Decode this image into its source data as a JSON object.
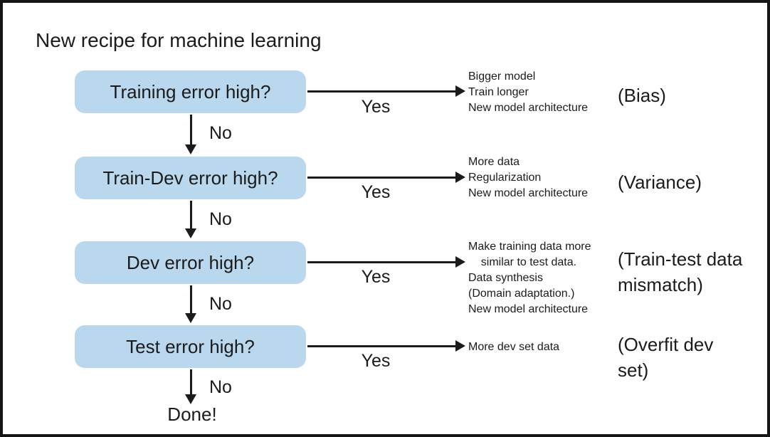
{
  "title": "New recipe for machine learning",
  "diagram": {
    "rows": [
      {
        "question": "Training error high?",
        "yes_label": "Yes",
        "no_label": "No",
        "actions": [
          "Bigger model",
          "Train longer",
          "New model architecture"
        ],
        "category": "(Bias)"
      },
      {
        "question": "Train-Dev error high?",
        "yes_label": "Yes",
        "no_label": "No",
        "actions": [
          "More data",
          "Regularization",
          "New model architecture"
        ],
        "category": "(Variance)"
      },
      {
        "question": "Dev error high?",
        "yes_label": "Yes",
        "no_label": "No",
        "actions": [
          "Make training data more",
          "    similar to test data.",
          "Data synthesis",
          "(Domain adaptation.)",
          "New model architecture"
        ],
        "category": "(Train-test data mismatch)"
      },
      {
        "question": "Test error high?",
        "yes_label": "Yes",
        "no_label": "No",
        "actions": [
          "More dev set data"
        ],
        "category": "(Overfit dev set)"
      }
    ],
    "done_label": "Done!"
  },
  "colors": {
    "background": "#ffffff",
    "box_fill": "#b9d8ed",
    "line": "#1b1b1b",
    "frame_border": "#161616"
  }
}
